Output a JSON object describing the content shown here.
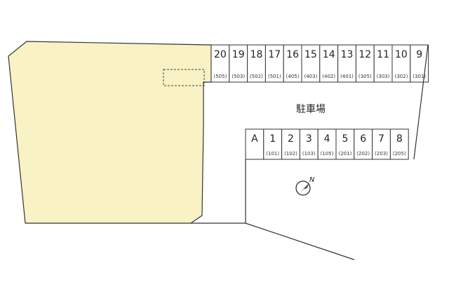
{
  "parking_lot": {
    "label": "駐車場",
    "stalls_top": [
      {
        "number": "20",
        "room": "(505)"
      },
      {
        "number": "19",
        "room": "(503)"
      },
      {
        "number": "18",
        "room": "(502)"
      },
      {
        "number": "17",
        "room": "(501)"
      },
      {
        "number": "16",
        "room": "(405)"
      },
      {
        "number": "15",
        "room": "(403)"
      },
      {
        "number": "14",
        "room": "(402)"
      },
      {
        "number": "13",
        "room": "(401)"
      },
      {
        "number": "12",
        "room": "(305)"
      },
      {
        "number": "11",
        "room": "(303)"
      },
      {
        "number": "10",
        "room": "(302)"
      },
      {
        "number": "9",
        "room": "(301)"
      }
    ],
    "stalls_bottom": [
      {
        "number": "A",
        "room": ""
      },
      {
        "number": "1",
        "room": "(101)"
      },
      {
        "number": "2",
        "room": "(102)"
      },
      {
        "number": "3",
        "room": "(103)"
      },
      {
        "number": "4",
        "room": "(105)"
      },
      {
        "number": "5",
        "room": "(201)"
      },
      {
        "number": "6",
        "room": "(202)"
      },
      {
        "number": "7",
        "room": "(203)"
      },
      {
        "number": "8",
        "room": "(205)"
      }
    ]
  },
  "compass": {
    "label": "N"
  },
  "colors": {
    "building_fill": "#f8f2c4",
    "line": "#333333"
  }
}
